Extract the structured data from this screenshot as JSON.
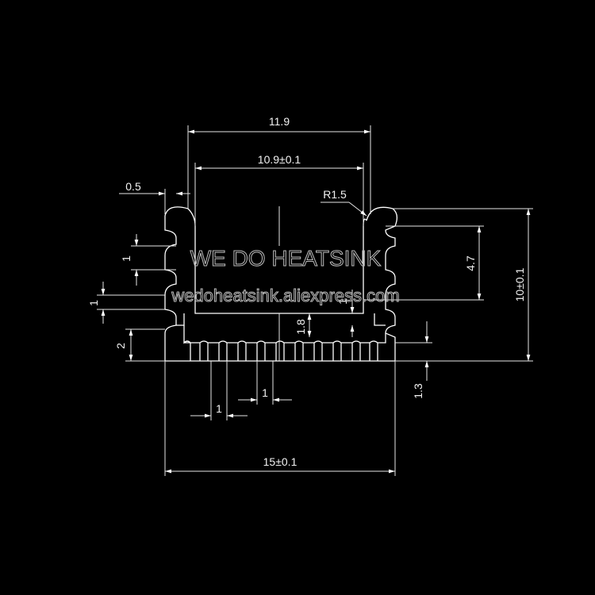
{
  "watermark": {
    "brand": "WE DO HEATSINK",
    "store": "wedoheatsink.aliexpress.com"
  },
  "dimensions": {
    "outer_width_top": "11.9",
    "inner_width": "10.9±0.1",
    "wall_thickness": "0.5",
    "corner_radius": "R1.5",
    "inner_height": "4.7",
    "total_height": "10±0.1",
    "side_fin_width": "1",
    "side_fin_pitch": "1",
    "base_fin_height": "2",
    "base_thickness": "1.8",
    "inner_wall": "1",
    "bottom_fin_height": "1.3",
    "bottom_fin_width_a": "1",
    "bottom_fin_width_b": "1",
    "base_width": "15±0.1"
  }
}
